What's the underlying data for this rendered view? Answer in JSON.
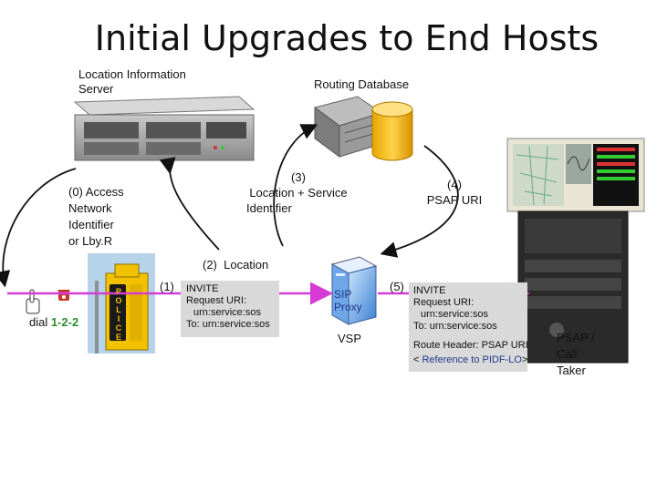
{
  "title": "Initial Upgrades to End Hosts",
  "lis": {
    "label_line1": "Location Information",
    "label_line2": "Server"
  },
  "routing_db": {
    "label": "Routing Database"
  },
  "steps": {
    "s0": {
      "lines": [
        "(0) Access",
        "Network",
        "Identifier",
        "or Lby.R"
      ]
    },
    "s3": {
      "lines": [
        "(3)",
        "Location + Service",
        "Identifier"
      ]
    },
    "s4": {
      "lines": [
        "(4)",
        "PSAP URI"
      ]
    },
    "s2": {
      "label": "(2)  Location"
    },
    "s1": {
      "num": "(1)"
    },
    "s5": {
      "num": "(5)"
    }
  },
  "dial": {
    "prefix": "dial ",
    "number": "1-2-2"
  },
  "invite1": {
    "lines": [
      "INVITE",
      "Request URI:",
      "urn:service:sos",
      "To: urn:service:sos"
    ]
  },
  "invite5": {
    "lines": [
      "INVITE",
      "Request URI:",
      "urn:service:sos",
      "To: urn:service:sos",
      "Route Header: PSAP URI"
    ],
    "ref_open": "< ",
    "ref": "Reference to PIDF-LO",
    "ref_close": ">"
  },
  "sip_proxy": {
    "line1": "SIP",
    "line2": "Proxy"
  },
  "vsp": {
    "label": "VSP"
  },
  "psap": {
    "lines": [
      "PSAP /",
      "Call",
      "Taker"
    ]
  },
  "booth": {
    "letters": [
      "P",
      "O",
      "L",
      "I",
      "C",
      "E"
    ]
  },
  "colors": {
    "arrow_magenta": "#d63bd6",
    "blue_text": "#1f3a8a",
    "green_text": "#2e8b2e",
    "msg_box": "#d9d9d9"
  }
}
